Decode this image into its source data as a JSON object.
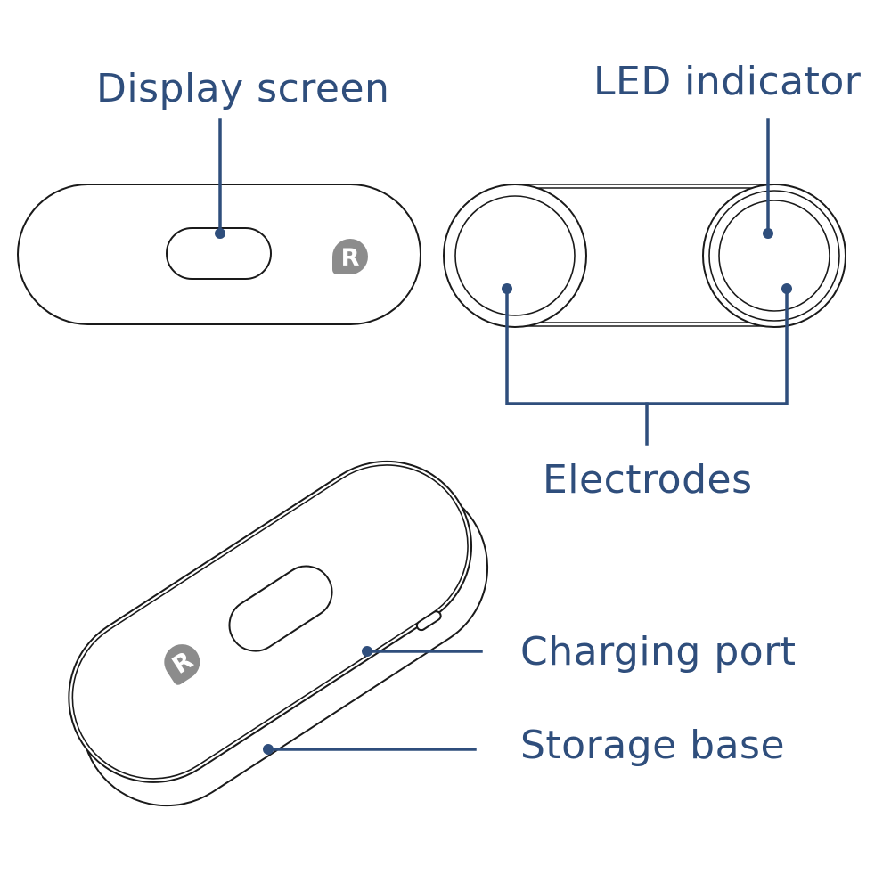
{
  "colors": {
    "accent": "#2f4e7c",
    "outline": "#1a1a1a",
    "logo": "#8c8c8c"
  },
  "labels": {
    "display_screen": "Display screen",
    "led_indicator": "LED indicator",
    "electrodes": "Electrodes",
    "charging_port": "Charging port",
    "storage_base": "Storage base"
  },
  "logo": {
    "letter": "R"
  }
}
